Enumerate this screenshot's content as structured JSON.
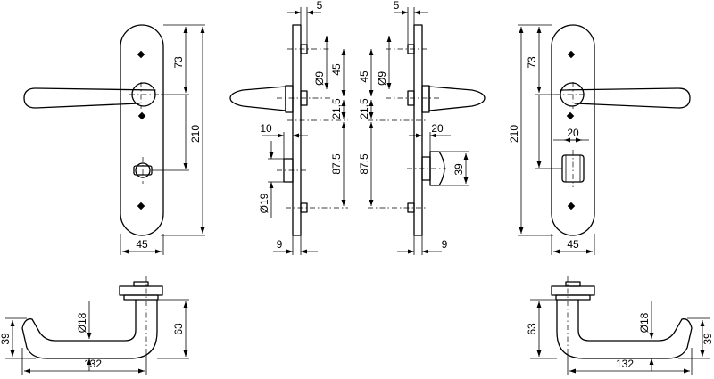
{
  "dimensions": {
    "front_left": {
      "width": "45",
      "height": "210",
      "top_to_handle": "73"
    },
    "side_left": {
      "top_offset": "5",
      "upper_pin": "Ø9",
      "upper_gap": "45",
      "middle": "21,5",
      "lower": "87,5",
      "knob_offset": "10",
      "knob_diameter": "Ø19",
      "plate": "9"
    },
    "side_right": {
      "top_offset": "5",
      "upper_pin": "Ø9",
      "upper_gap": "45",
      "middle": "21,5",
      "lower": "87,5",
      "turn_offset": "20",
      "turn_height": "39",
      "plate": "9"
    },
    "front_right": {
      "width": "45",
      "height": "210",
      "top_to_handle": "73",
      "turn_width": "20"
    },
    "handle_left": {
      "diameter": "Ø18",
      "depth": "63",
      "height": "39",
      "length": "132"
    },
    "handle_right": {
      "diameter": "Ø18",
      "depth": "63",
      "height": "39",
      "length": "132"
    }
  },
  "icons": {
    "arrow": "dimension-arrow",
    "hole": "screw-hole"
  }
}
